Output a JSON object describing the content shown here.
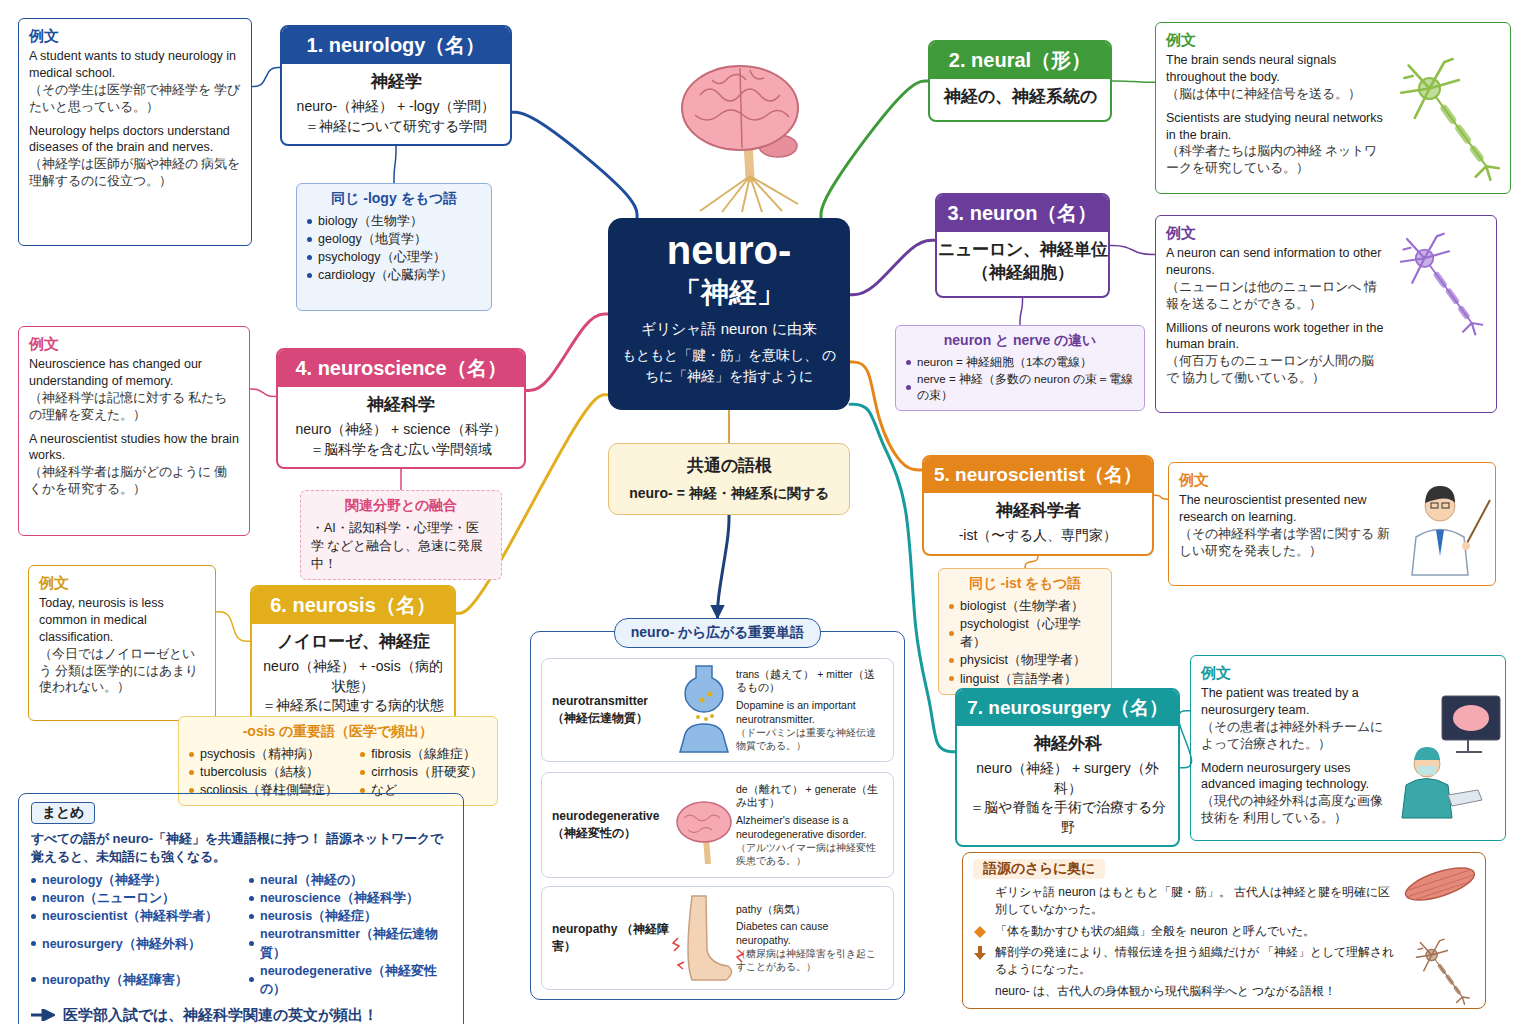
{
  "diagram": {
    "nodes": [
      {
        "text": [
          "neuro-",
          "「神経」",
          "ギリシャ語 neuron に由来",
          "もともと「腱・筋」を意味し、 のちに「神経」を指すように"
        ]
      },
      {
        "text": [
          "1. neurology（名）",
          "神経学",
          "neuro-（神経） + -logy（学問）",
          "＝神経について研究する学問"
        ]
      },
      {
        "text": [
          "例文",
          "A student wants to study neurology in medical school.",
          "（その学生は医学部で神経学を 学びたいと思っている。）",
          "Neurology helps doctors understand diseases of the brain and nerves.",
          "（神経学は医師が脳や神経の 病気を理解するのに役立つ。）"
        ]
      },
      {
        "text": [
          "同じ -logy をもつ語",
          "biology（生物学）",
          "geology（地質学）",
          "psychology（心理学）",
          "cardiology（心臓病学）"
        ]
      },
      {
        "text": [
          "2. neural（形）",
          "神経の、神経系統の"
        ]
      },
      {
        "text": [
          "例文",
          "The brain sends neural signals throughout the body.",
          "（脳は体中に神経信号を送る。）",
          "Scientists are studying neural networks in the brain.",
          "（科学者たちは脳内の神経 ネットワークを研究している。）"
        ]
      },
      {
        "text": [
          "3. neuron（名）",
          "ニューロン、神経単位 （神経細胞）"
        ]
      },
      {
        "text": [
          "neuron と nerve の違い",
          "neuron = 神経細胞（1本の電線）",
          "nerve = 神経（多数の neuron の束＝電線の束）"
        ]
      },
      {
        "text": [
          "例文",
          "A neuron can send information to other neurons.",
          "（ニューロンは他のニューロンへ 情報を送ることができる。）",
          "Millions of neurons work together in the human brain.",
          "（何百万ものニューロンが人間の脳で 協力して働いている。）"
        ]
      },
      {
        "text": [
          "例文",
          "Neuroscience has changed our understanding of memory.",
          "（神経科学は記憶に対する 私たちの理解を変えた。）",
          "A neuroscientist studies how the brain works.",
          "（神経科学者は脳がどのように 働くかを研究する。）"
        ]
      },
      {
        "text": [
          "4. neuroscience（名）",
          "神経科学",
          "neuro（神経） + science（科学）",
          "＝脳科学を含む広い学問領域"
        ]
      },
      {
        "text": [
          "関連分野との融合",
          "・AI・認知科学・心理学・医学 などと融合し、急速に発展中！"
        ]
      },
      {
        "text": [
          "共通の語根",
          "neuro- = 神経・神経系に関する"
        ]
      },
      {
        "text": [
          "5. neuroscientist（名）",
          "神経科学者",
          "-ist（〜する人、専門家）"
        ]
      },
      {
        "text": [
          "例文",
          "The neuroscientist presented new research on learning.",
          "（その神経科学者は学習に関する 新しい研究を発表した。）"
        ]
      },
      {
        "text": [
          "同じ -ist をもつ語",
          "biologist（生物学者）",
          "psychologist（心理学者）",
          "physicist（物理学者）",
          "linguist（言語学者）"
        ]
      },
      {
        "text": [
          "例文",
          "Today, neurosis is less common in medical classification.",
          "（今日ではノイローゼという 分類は医学的にはあまり 使われない。）"
        ]
      },
      {
        "text": [
          "6. neurosis（名）",
          "ノイローゼ、神経症",
          "neuro（神経） + -osis（病的状態）",
          "＝神経系に関連する病的状態"
        ]
      },
      {
        "text": [
          "-osis の重要語（医学で頻出）",
          "psychosis（精神病）",
          "tubercolusis（結核）",
          "scoliosis（脊柱側彎症）",
          "fibrosis（線維症）",
          "cirrhosis（肝硬変）",
          "など"
        ]
      },
      {
        "text": [
          "neuro- から広がる重要単語"
        ]
      },
      {
        "text": [
          "neurotransmitter （神経伝達物質）",
          "trans（越えて） + mitter（送るもの）",
          "Dopamine is an important neurotransmitter.",
          "（ドーパミンは重要な神経伝達物質である。）"
        ],
        "in": 19
      },
      {
        "text": [
          "neurodegenerative （神経変性の）",
          "de（離れて） + generate（生み出す）",
          "Alzheimer's disease is a neurodegenerative disorder.",
          "（アルツハイマー病は神経変性疾患である。）"
        ],
        "in": 19
      },
      {
        "text": [
          "neuropathy （神経障害）",
          "pathy（病気）",
          "Diabetes can cause neuropathy.",
          "（糖尿病は神経障害を引き起こすことがある。）"
        ],
        "in": 19
      },
      {
        "text": [
          "7. neurosurgery（名）",
          "神経外科",
          "neuro（神経） + surgery（外科）",
          "＝脳や脊髄を手術で治療する分野"
        ]
      },
      {
        "text": [
          "例文",
          "The patient was treated by a neurosurgery team.",
          "（その患者は神経外科チームに よって治療された。）",
          "Modern neurosurgery uses advanced imaging technology.",
          "（現代の神経外科は高度な画像技術を 利用している。）"
        ]
      },
      {
        "text": [
          "まとめ",
          "すべての語が neuro-「神経」を共通語根に持つ！ 語源ネットワークで覚えると、未知語にも強くなる。",
          "neurology（神経学）",
          "neural（神経の）",
          "neuron（ニューロン）",
          "neuroscience（神経科学）",
          "neuroscientist（神経科学者）",
          "neurosis（神経症）",
          "neurosurgery（神経外科）",
          "neurotransmitter（神経伝達物質）",
          "neuropathy（神経障害）",
          "neurodegenerative（神経変性の）",
          "医学部入試では、神経科学関連の英文が頻出！"
        ]
      },
      {
        "text": [
          "語源のさらに奥に",
          "ギリシャ語 neuron はもともと「腱・筋」。 古代人は神経と腱を明確に区別していなかった。",
          "「体を動かすひも状の組織」全般を neuron と呼んでいた。",
          "解剖学の発達により、情報伝達を担う組織だけが 「神経」として理解されるようになった。",
          "neuro- は、古代人の身体観から現代脳科学へと つながる語根！"
        ]
      }
    ],
    "edges": [
      {
        "from": 0,
        "to": 1,
        "arrow": "none"
      },
      {
        "from": 0,
        "to": 4,
        "arrow": "none"
      },
      {
        "from": 0,
        "to": 6,
        "arrow": "none"
      },
      {
        "from": 0,
        "to": 10,
        "arrow": "none"
      },
      {
        "from": 0,
        "to": 13,
        "arrow": "none"
      },
      {
        "from": 0,
        "to": 17,
        "arrow": "none"
      },
      {
        "from": 0,
        "to": 23,
        "arrow": "none"
      },
      {
        "from": 0,
        "to": 12,
        "arrow": "none"
      },
      {
        "from": 12,
        "to": 19,
        "arrow": "to"
      },
      {
        "from": 1,
        "to": 2,
        "arrow": "none"
      },
      {
        "from": 1,
        "to": 3,
        "arrow": "none"
      },
      {
        "from": 4,
        "to": 5,
        "arrow": "none"
      },
      {
        "from": 6,
        "to": 8,
        "arrow": "none"
      },
      {
        "from": 6,
        "to": 7,
        "arrow": "none"
      },
      {
        "from": 10,
        "to": 9,
        "arrow": "none"
      },
      {
        "from": 10,
        "to": 11,
        "arrow": "none"
      },
      {
        "from": 13,
        "to": 14,
        "arrow": "none"
      },
      {
        "from": 13,
        "to": 15,
        "arrow": "none"
      },
      {
        "from": 17,
        "to": 16,
        "arrow": "none"
      },
      {
        "from": 17,
        "to": 18,
        "arrow": "none"
      },
      {
        "from": 23,
        "to": 24,
        "arrow": "none"
      }
    ]
  }
}
